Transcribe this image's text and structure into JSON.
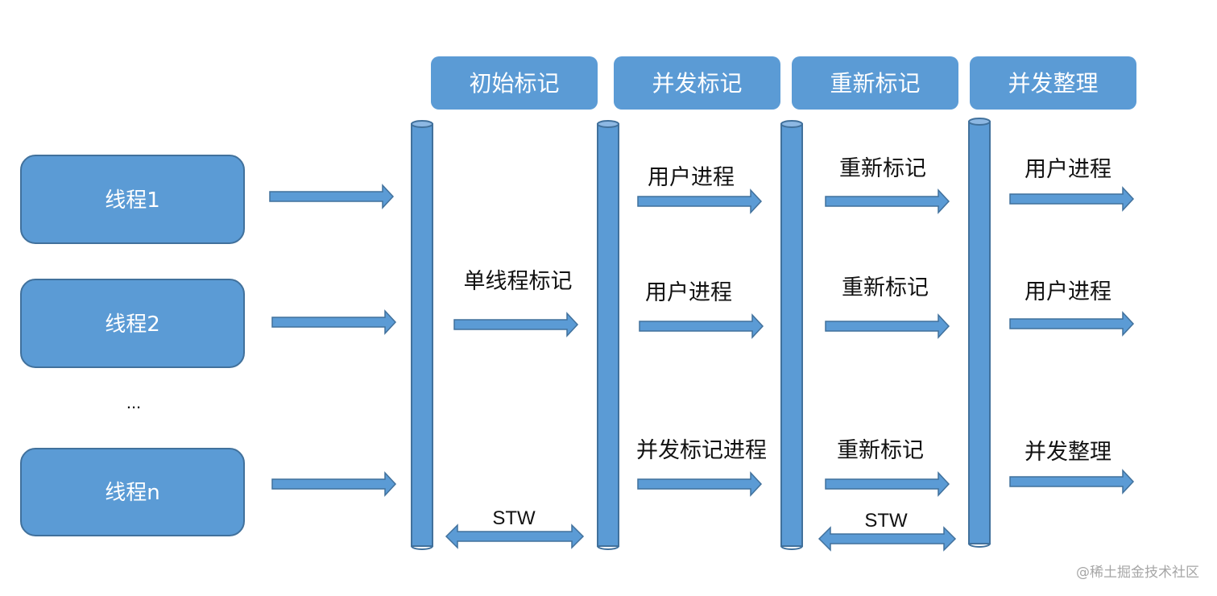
{
  "phases": [
    {
      "label": "初始标记"
    },
    {
      "label": "并发标记"
    },
    {
      "label": "重新标记"
    },
    {
      "label": "并发整理"
    }
  ],
  "threads": [
    {
      "label": "线程1"
    },
    {
      "label": "线程2"
    },
    {
      "label": "线程n"
    }
  ],
  "ellipsis": "...",
  "initial_mark": {
    "label": "单线程标记",
    "stw": "STW"
  },
  "concurrent_mark": {
    "rows": [
      "用户进程",
      "用户进程",
      "并发标记进程"
    ]
  },
  "remark": {
    "rows": [
      "重新标记",
      "重新标记",
      "重新标记"
    ],
    "stw": "STW"
  },
  "concurrent_compact": {
    "rows": [
      "用户进程",
      "用户进程",
      "并发整理"
    ]
  },
  "watermark": "@稀土掘金技术社区",
  "colors": {
    "fill": "#5b9bd5",
    "stroke": "#41719c",
    "text_on_fill": "#ffffff",
    "text": "#111111"
  }
}
